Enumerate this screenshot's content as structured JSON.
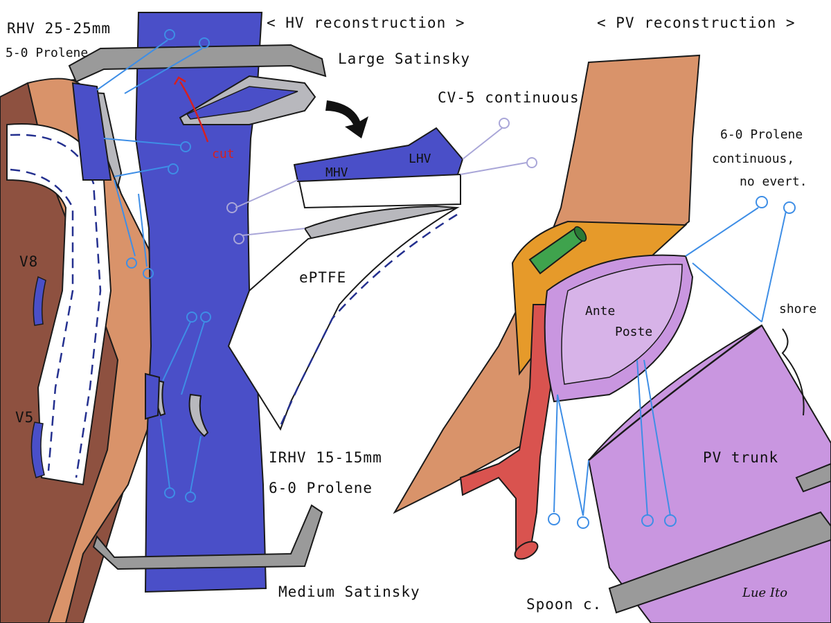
{
  "left_panel": {
    "heading": "< HV reconstruction >",
    "labels": {
      "rhv": "RHV 25-25mm",
      "rhv_suture": "5-0 Prolene",
      "large_clamp": "Large Satinsky",
      "cut": "cut",
      "v8": "V8",
      "v5": "V5",
      "mhv": "MHV",
      "lhv": "LHV",
      "graft_suture": "CV-5 continuous",
      "graft": "ePTFE",
      "irhv": "IRHV 15-15mm",
      "irhv_suture": "6-0 Prolene",
      "medium_clamp": "Medium Satinsky"
    }
  },
  "right_panel": {
    "heading": "< PV reconstruction >",
    "labels": {
      "suture_line1": "6-0 Prolene",
      "suture_line2": "continuous,",
      "suture_line3": "no evert.",
      "anterior": "Ante",
      "posterior": "Poste",
      "shore": "shore",
      "pv_trunk": "PV trunk",
      "spoon_clamp": "Spoon c."
    }
  },
  "signature": "Lue Ito",
  "colors": {
    "vein_blue": "#4a4fc8",
    "liver_tan": "#d9936a",
    "liver_dark": "#8e5140",
    "pv_purple": "#c996e0",
    "graft_gray": "#b8b8bd",
    "clamp_gray": "#9a9a9a",
    "suture_blue": "#3e8ee6",
    "suture_lavender": "#a9a6d8",
    "artery_red": "#d9534f",
    "fat_orange": "#e69a2a",
    "green_stent": "#3fa34d",
    "cut_red": "#d62020"
  }
}
